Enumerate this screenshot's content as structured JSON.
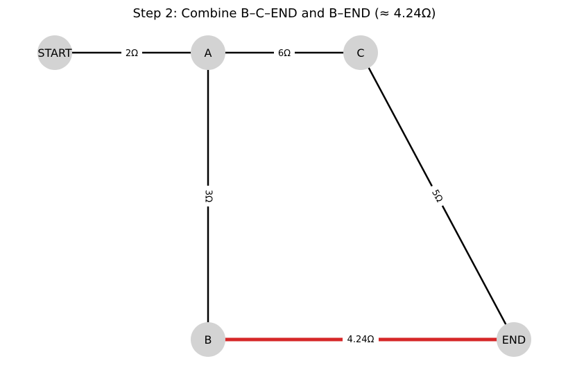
{
  "title": "Step 2: Combine B–C–END and B–END (≈ 4.24Ω)",
  "colors": {
    "node_fill": "#d3d3d3",
    "edge": "#000000",
    "highlight": "#d62728",
    "background": "#ffffff"
  },
  "nodes": [
    {
      "id": "start",
      "label": "START"
    },
    {
      "id": "a",
      "label": "A"
    },
    {
      "id": "c",
      "label": "C"
    },
    {
      "id": "b",
      "label": "B"
    },
    {
      "id": "end",
      "label": "END"
    }
  ],
  "edges": [
    {
      "id": "start-a",
      "from": "START",
      "to": "A",
      "label": "2Ω",
      "highlighted": false
    },
    {
      "id": "a-c",
      "from": "A",
      "to": "C",
      "label": "6Ω",
      "highlighted": false
    },
    {
      "id": "a-b",
      "from": "A",
      "to": "B",
      "label": "3Ω",
      "highlighted": false
    },
    {
      "id": "c-end",
      "from": "C",
      "to": "END",
      "label": "5Ω",
      "highlighted": false
    },
    {
      "id": "b-end",
      "from": "B",
      "to": "END",
      "label": "4.24Ω",
      "highlighted": true
    }
  ]
}
